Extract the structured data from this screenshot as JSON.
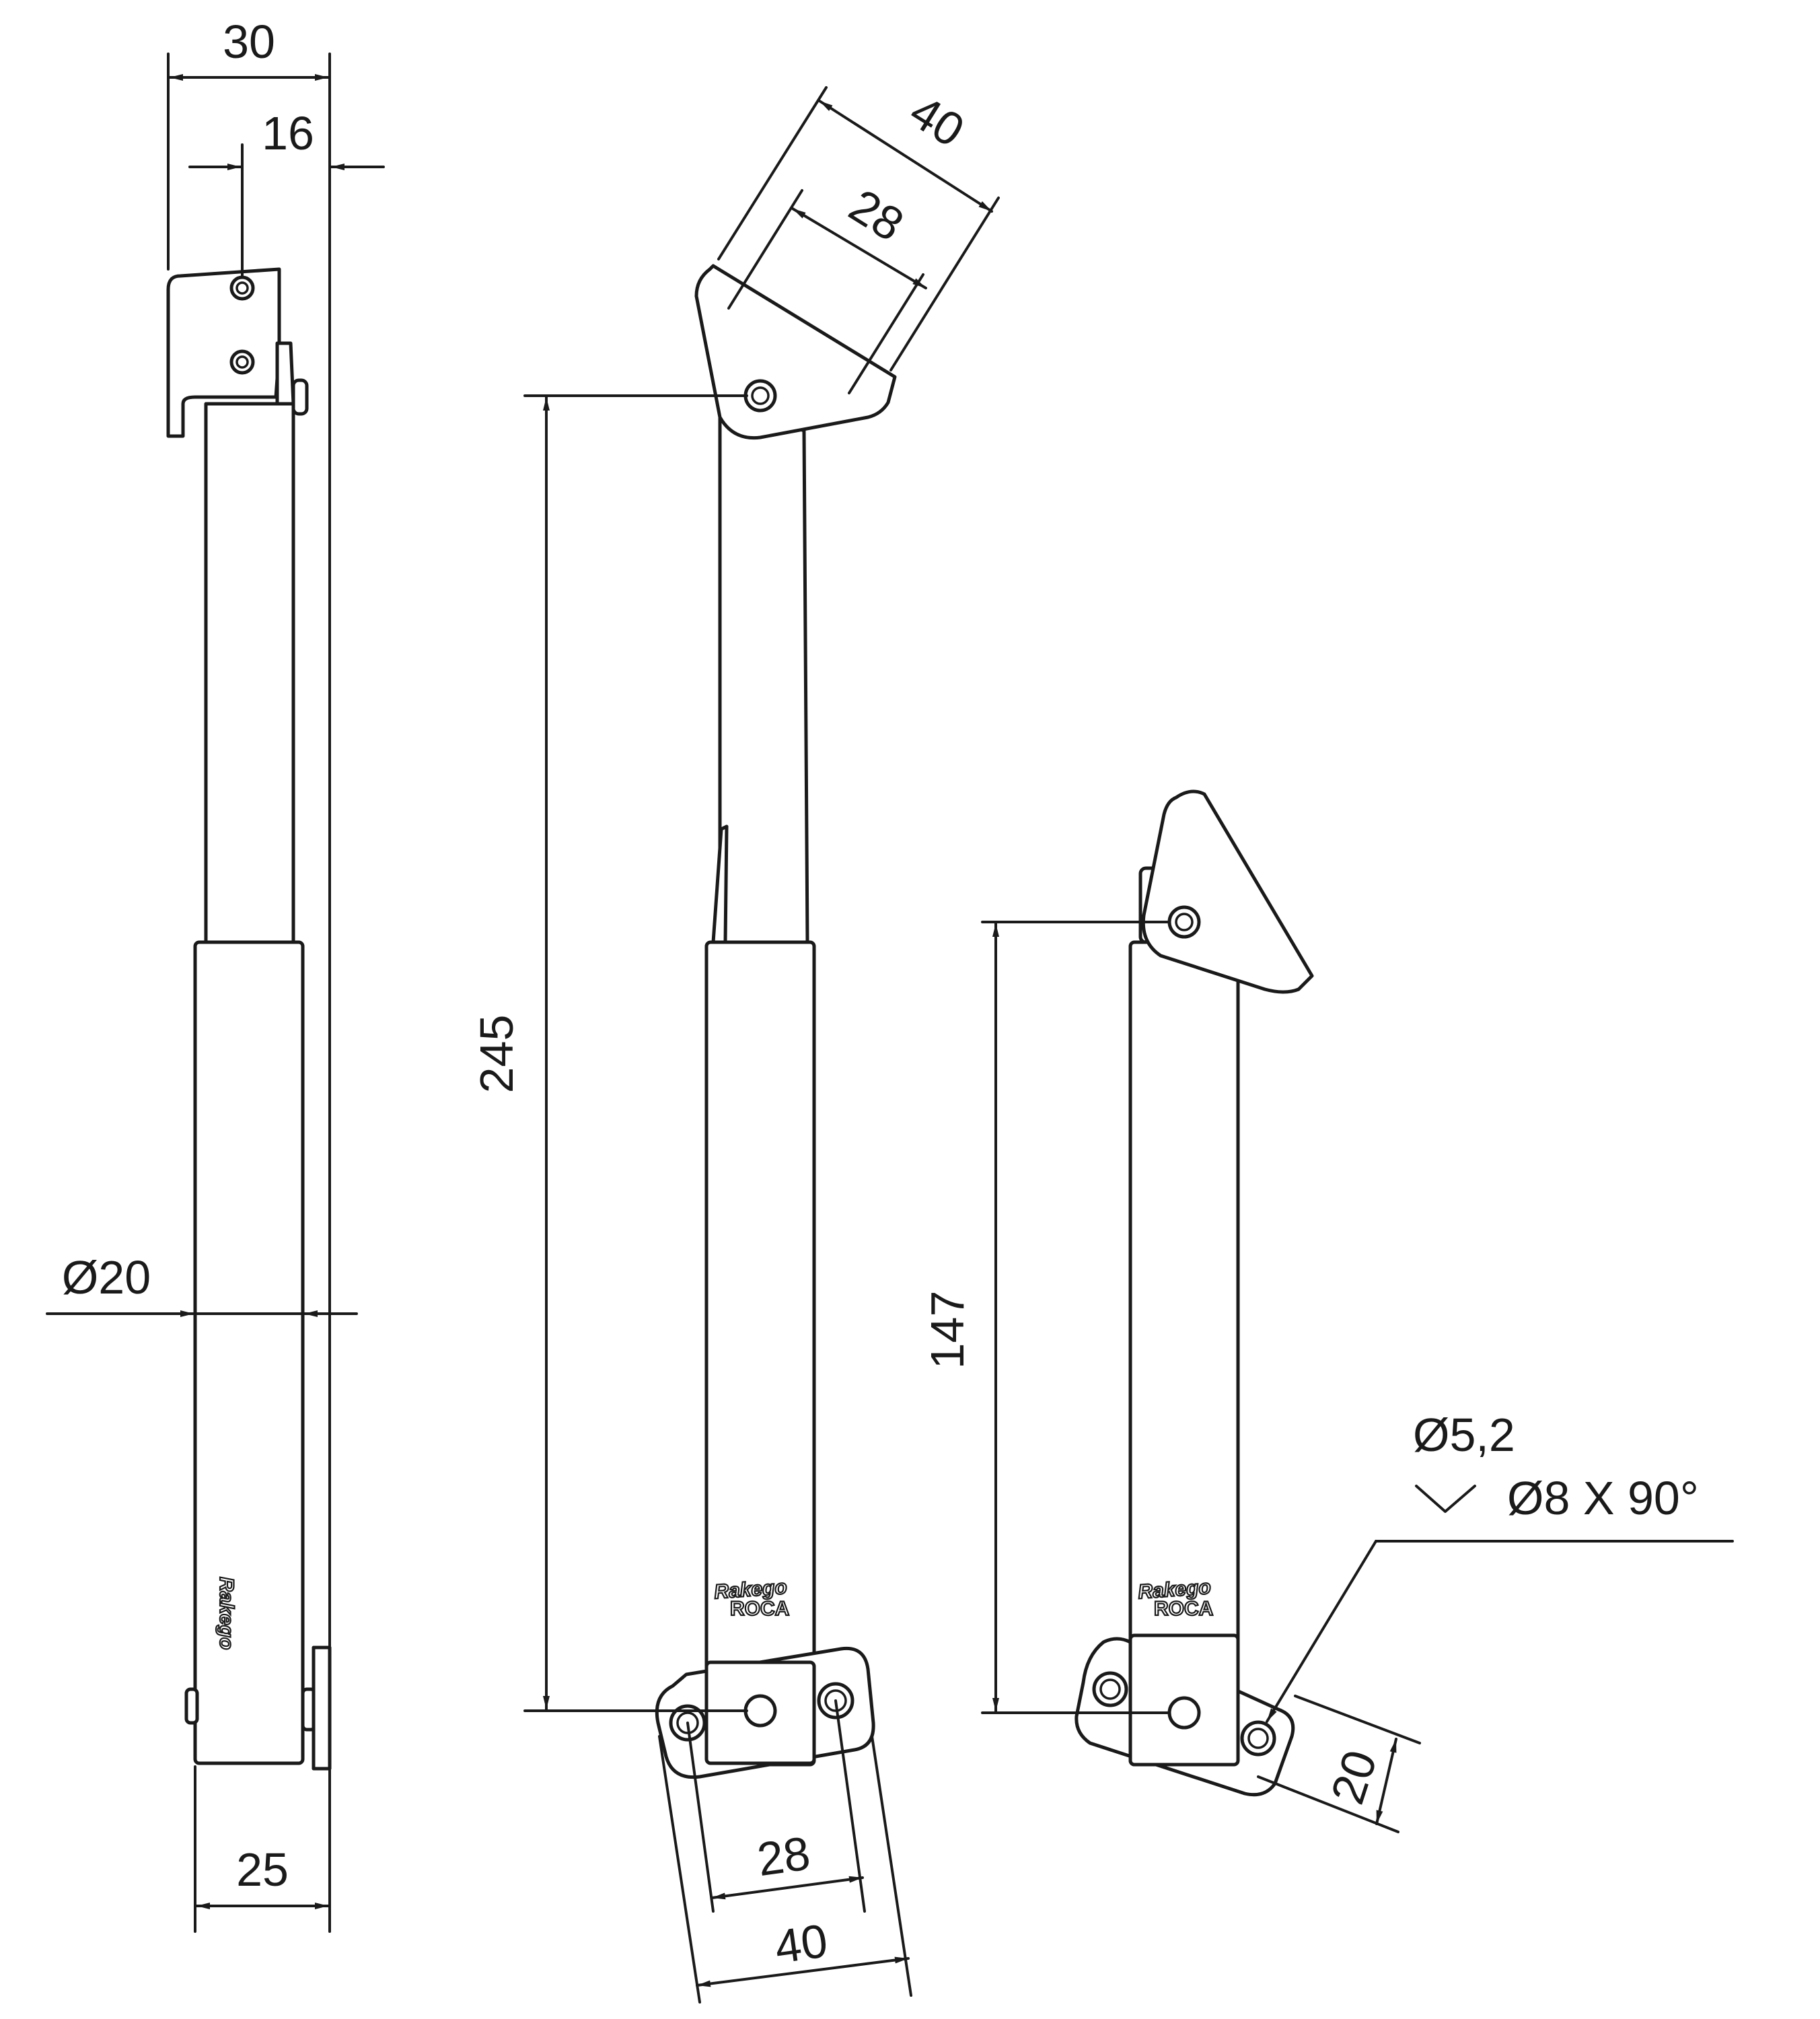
{
  "diagram": {
    "dimensions": {
      "side_overall_width": "30",
      "side_mount_offset": "16",
      "side_tube_diameter": "Ø20",
      "side_base_width": "25",
      "top_bracket_width": "40",
      "top_bracket_hole_spacing": "28",
      "extended_length": "245",
      "base_hole_spacing": "28",
      "base_plate_width": "40",
      "compressed_length": "147",
      "base_plate_depth": "20"
    },
    "hole_callout": {
      "hole_diameter": "Ø5,2",
      "countersink": "Ø8 X 90°"
    },
    "logo": {
      "brand_top": "Rakego",
      "brand_bottom": "ROCA"
    }
  }
}
